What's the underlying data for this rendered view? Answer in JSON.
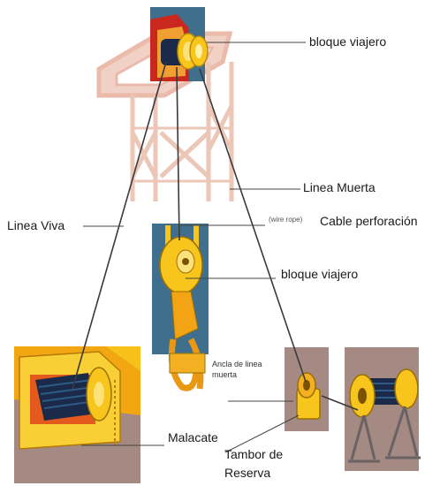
{
  "labels": {
    "top_block": "bloque viajero",
    "dead_line": "Linea Muerta",
    "live_line": "Linea Viva",
    "wire_rope": "(wire rope)",
    "drilling_cable": "Cable perforación",
    "middle_block": "bloque viajero",
    "anchor_line1": "Ancla de linea",
    "anchor_line2": "muerta",
    "drawworks": "Malacate",
    "reserve_drum_line1": "Tambor de",
    "reserve_drum_line2": "Reserva"
  },
  "colors": {
    "derrick": "#e9b7a6",
    "panel_blue": "#3f6f8c",
    "panel_brown": "#a48a82",
    "yellow": "#f7c51c",
    "orange": "#f08a12",
    "red": "#c8281e",
    "cable_dark": "#1c2a4a",
    "line": "#444444"
  }
}
